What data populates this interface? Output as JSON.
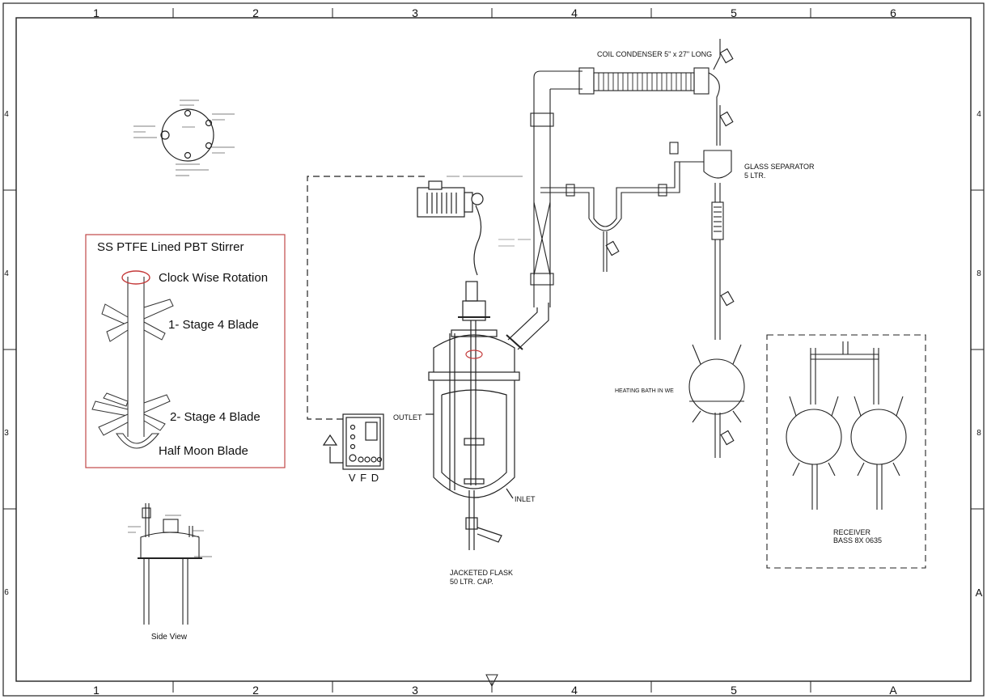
{
  "border": {
    "top_cols": [
      "1",
      "2",
      "3",
      "4",
      "5",
      "6"
    ],
    "bottom_cols": [
      "1",
      "2",
      "3",
      "4",
      "5",
      "A"
    ],
    "left_rows": [
      "4",
      "4",
      "3",
      "6"
    ],
    "right_rows": [
      "4",
      "8",
      "8",
      "A"
    ]
  },
  "stirrer_box": {
    "title": "SS PTFE Lined PBT Stirrer",
    "rotation": "Clock Wise Rotation",
    "stage1": "1- Stage 4 Blade",
    "stage2": "2- Stage 4 Blade",
    "half_moon": "Half Moon Blade"
  },
  "vfd": {
    "label": "V F D"
  },
  "vessel": {
    "outlet": "OUTLET",
    "inlet": "INLET",
    "caption_1": "JACKETED FLASK",
    "caption_2": "50 LTR. CAP."
  },
  "condenser": {
    "label": "COIL CONDENSER 5\" x 27\" LONG"
  },
  "separator": {
    "label_1": "GLASS SEPARATOR",
    "label_2": "5 LTR."
  },
  "bath": {
    "label": "HEATING BATH IN WE"
  },
  "receiver": {
    "label_1": "RECEIVER",
    "label_2": "BASS 8X 0635"
  },
  "side_view": {
    "label": "Side View"
  }
}
